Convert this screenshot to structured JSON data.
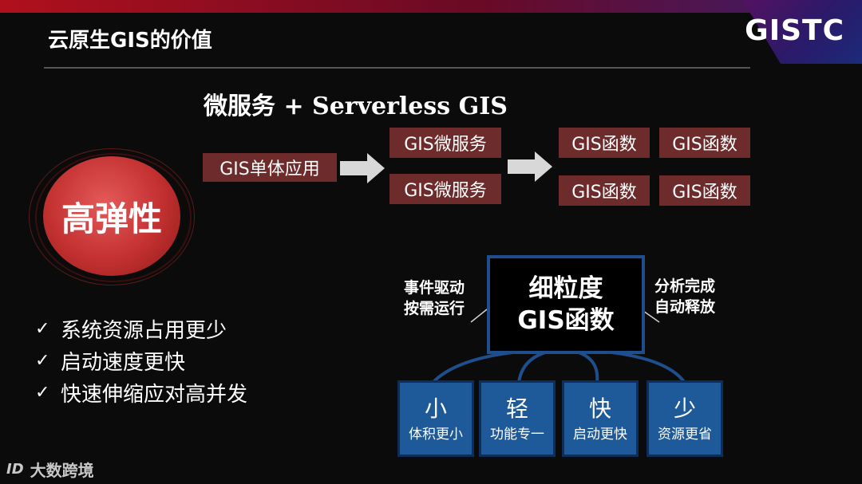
{
  "header": {
    "title": "云原生GIS的价值",
    "logo": "GISTC"
  },
  "subtitle": "微服务 + Serverless GIS",
  "flow": {
    "monolith": "GIS单体应用",
    "microservices": [
      "GIS微服务",
      "GIS微服务"
    ],
    "functions": [
      "GIS函数",
      "GIS函数",
      "GIS函数",
      "GIS函数"
    ]
  },
  "circle_label": "高弹性",
  "benefits": [
    "系统资源占用更少",
    "启动速度更快",
    "快速伸缩应对高并发"
  ],
  "check_icon": "checkmark-icon",
  "center": {
    "line1": "细粒度",
    "line2": "GIS函数"
  },
  "left_label": [
    "事件驱动",
    "按需运行"
  ],
  "right_label": [
    "分析完成",
    "自动释放"
  ],
  "tiles": [
    {
      "big": "小",
      "small": "体积更小"
    },
    {
      "big": "轻",
      "small": "功能专一"
    },
    {
      "big": "快",
      "small": "启动更快"
    },
    {
      "big": "少",
      "small": "资源更省"
    }
  ],
  "footer": {
    "mark": "ID",
    "text": "大数跨境"
  },
  "colors": {
    "box": "#6e2b2b",
    "tile": "#1e5a99",
    "circle": "#c33030"
  }
}
